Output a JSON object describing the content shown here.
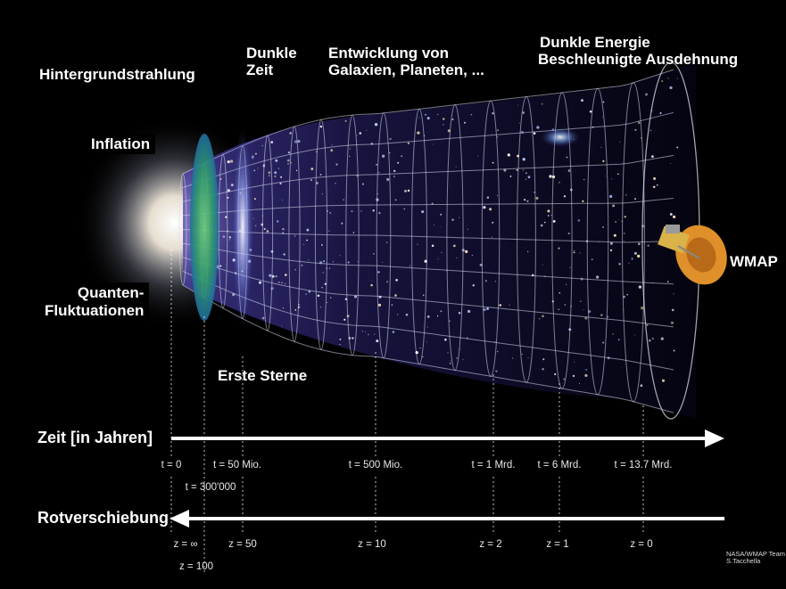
{
  "labels": {
    "cmb": "Hintergrundstrahlung",
    "inflation": "Inflation",
    "quantum_line1": "Quanten-",
    "quantum_line2": "Fluktuationen",
    "dark_age_line1": "Dunkle",
    "dark_age_line2": "Zeit",
    "galaxies_line1": "Entwicklung von",
    "galaxies_line2": "Galaxien, Planeten, ...",
    "dark_energy_line1": "Dunkle Energie",
    "dark_energy_line2": "Beschleunigte Ausdehnung",
    "first_stars": "Erste Sterne",
    "wmap": "WMAP"
  },
  "time_axis": {
    "title": "Zeit [in Jahren]",
    "ticks": [
      "t = 0",
      "t = 50 Mio.",
      "t = 500 Mio.",
      "t = 1 Mrd.",
      "t = 6 Mrd.",
      "t = 13.7 Mrd."
    ],
    "extra_tick": "t = 300'000"
  },
  "redshift_axis": {
    "title": "Rotverschiebung",
    "ticks": [
      "z = ∞",
      "z = 50",
      "z = 10",
      "z = 2",
      "z = 1",
      "z = 0"
    ],
    "extra_tick": "z = 100"
  },
  "credit": {
    "line1": "NASA/WMAP Team",
    "line2": "S.Tacchella"
  },
  "colors": {
    "background": "#000000",
    "grid": "#d9dcf0",
    "cmb_disk": "#3fae6a",
    "nebula": "#5a4bd0",
    "spacecraft": "#e0902a"
  }
}
